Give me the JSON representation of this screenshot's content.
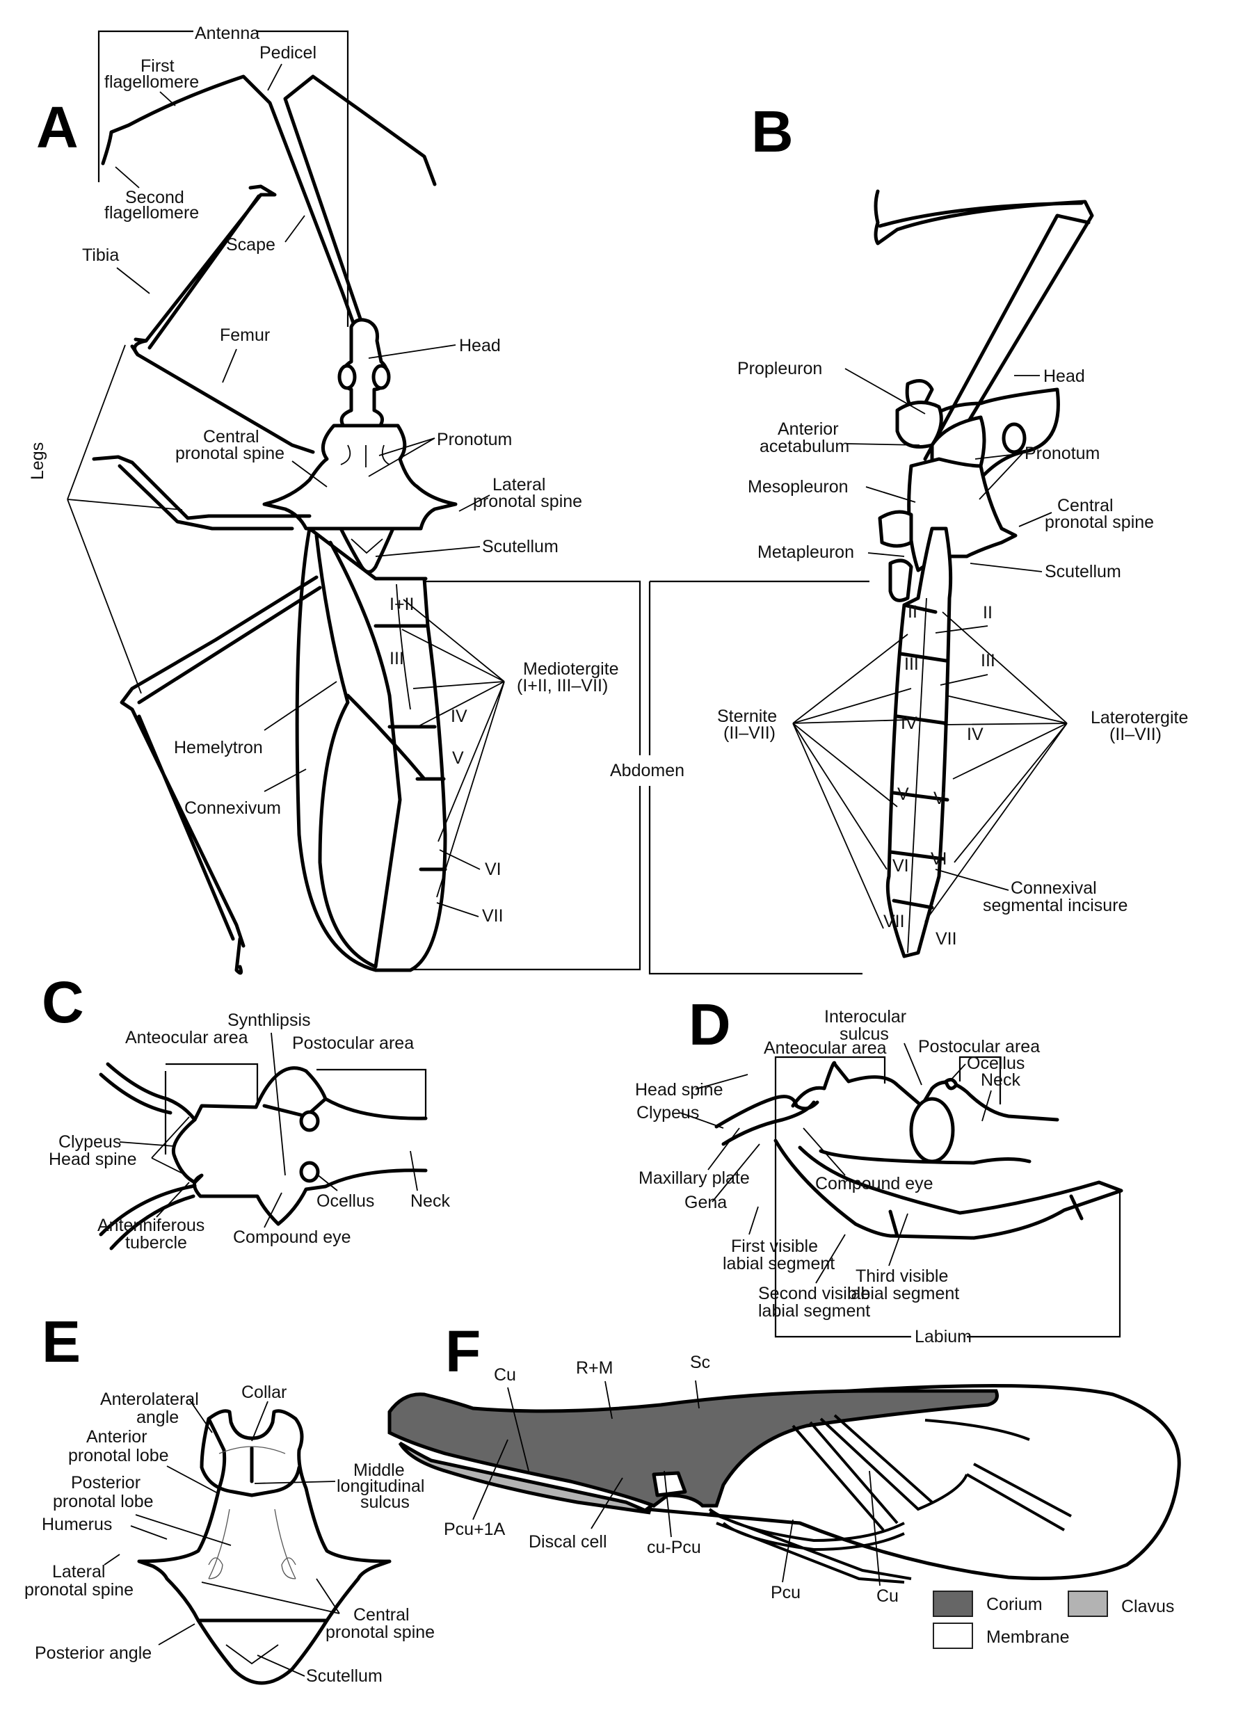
{
  "figure": {
    "panels": [
      "A",
      "B",
      "C",
      "D",
      "E",
      "F"
    ]
  },
  "panel_a": {
    "labels": {
      "antenna": "Antenna",
      "pedicel": "Pedicel",
      "first_flagellomere_1": "First",
      "first_flagellomere_2": "flagellomere",
      "second_flagellomere_1": "Second",
      "second_flagellomere_2": "flagellomere",
      "scape": "Scape",
      "tibia": "Tibia",
      "femur": "Femur",
      "head": "Head",
      "legs": "Legs",
      "central_spine_1": "Central",
      "central_spine_2": "pronotal spine",
      "pronotum": "Pronotum",
      "lateral_spine_1": "Lateral",
      "lateral_spine_2": "pronotal spine",
      "scutellum": "Scutellum",
      "mediotergite_1": "Mediotergite",
      "mediotergite_2": "(I+II, III–VII)",
      "hemelytron": "Hemelytron",
      "connexivum": "Connexivum",
      "abdomen": "Abdomen",
      "seg_1_2": "I+II",
      "seg_3": "III",
      "seg_4": "IV",
      "seg_5": "V",
      "seg_6": "VI",
      "seg_7": "VII"
    }
  },
  "panel_b": {
    "labels": {
      "head": "Head",
      "propleuron": "Propleuron",
      "anterior_acetabulum_1": "Anterior",
      "anterior_acetabulum_2": "acetabulum",
      "pronotum": "Pronotum",
      "mesopleuron": "Mesopleuron",
      "central_spine_1": "Central",
      "central_spine_2": "pronotal spine",
      "metapleuron": "Metapleuron",
      "scutellum": "Scutellum",
      "sternite_1": "Sternite",
      "sternite_2": "(II–VII)",
      "laterotergite_1": "Laterotergite",
      "laterotergite_2": "(II–VII)",
      "connexival_1": "Connexival",
      "connexival_2": "segmental incisure",
      "st_2": "II",
      "st_3": "III",
      "st_4": "IV",
      "st_5": "V",
      "st_6": "VI",
      "st_7": "VII",
      "lt_2": "II",
      "lt_3": "III",
      "lt_4": "IV",
      "lt_5": "V",
      "lt_6": "VI",
      "lt_7": "VII"
    }
  },
  "panel_c": {
    "labels": {
      "synthlipsis": "Synthlipsis",
      "anteocular": "Anteocular area",
      "postocular": "Postocular area",
      "clypeus": "Clypeus",
      "head_spine": "Head spine",
      "ocellus": "Ocellus",
      "neck": "Neck",
      "antenniferous_1": "Antenniferous",
      "antenniferous_2": "tubercle",
      "compound_eye": "Compound eye"
    }
  },
  "panel_d": {
    "labels": {
      "interocular_1": "Interocular",
      "interocular_2": "sulcus",
      "anteocular": "Anteocular area",
      "postocular": "Postocular area",
      "ocellus": "Ocellus",
      "neck": "Neck",
      "head_spine": "Head spine",
      "clypeus": "Clypeus",
      "maxillary_plate": "Maxillary plate",
      "gena": "Gena",
      "compound_eye": "Compound eye",
      "first_labial_1": "First visible",
      "first_labial_2": "labial segment",
      "second_labial_1": "Second visible",
      "second_labial_2": "labial segment",
      "third_labial_1": "Third visible",
      "third_labial_2": "labial segment",
      "labium": "Labium"
    }
  },
  "panel_e": {
    "labels": {
      "anterolateral_1": "Anterolateral",
      "anterolateral_2": "angle",
      "collar": "Collar",
      "anterior_lobe_1": "Anterior",
      "anterior_lobe_2": "pronotal lobe",
      "posterior_lobe_1": "Posterior",
      "posterior_lobe_2": "pronotal lobe",
      "middle_sulcus_1": "Middle",
      "middle_sulcus_2": "longitudinal",
      "middle_sulcus_3": "sulcus",
      "humerus": "Humerus",
      "lateral_spine_1": "Lateral",
      "lateral_spine_2": "pronotal spine",
      "central_spine_1": "Central",
      "central_spine_2": "pronotal spine",
      "posterior_angle": "Posterior angle",
      "scutellum": "Scutellum"
    }
  },
  "panel_f": {
    "labels": {
      "cu_top": "Cu",
      "r_m": "R+M",
      "sc": "Sc",
      "pcu_1a": "Pcu+1A",
      "discal_cell": "Discal cell",
      "cu_pcu": "cu-Pcu",
      "pcu": "Pcu",
      "cu_bottom": "Cu"
    },
    "legend": [
      {
        "label": "Corium",
        "color": "#666666"
      },
      {
        "label": "Clavus",
        "color": "#b3b3b3"
      },
      {
        "label": "Membrane",
        "color": "#ffffff"
      }
    ]
  }
}
